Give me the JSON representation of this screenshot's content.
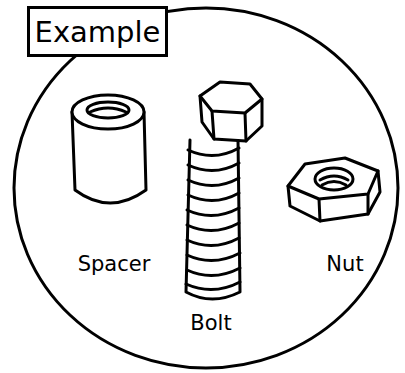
{
  "diagram": {
    "nodes": [
      {
        "text": [
          "Example"
        ]
      }
    ],
    "labels": [
      "Spacer",
      "Bolt",
      "Nut"
    ]
  }
}
